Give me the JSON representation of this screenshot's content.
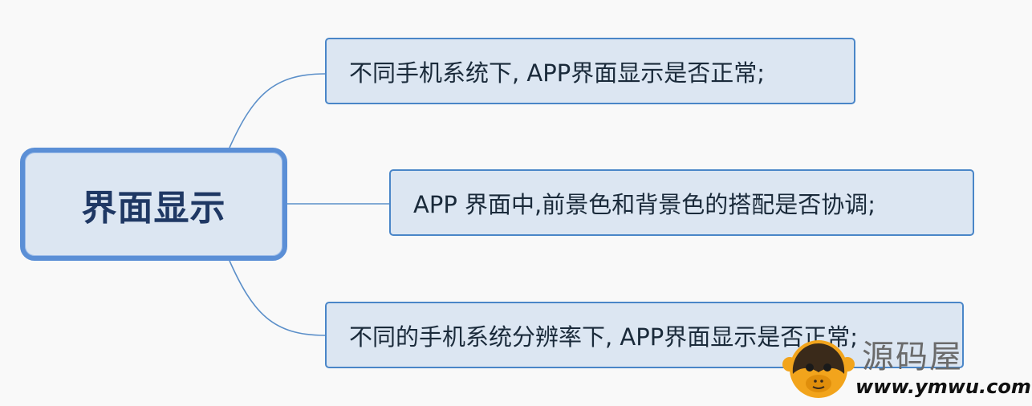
{
  "mindmap": {
    "center": {
      "label": "界面显示"
    },
    "branches": [
      {
        "label": "不同手机系统下, APP界面显示是否正常;"
      },
      {
        "label": "APP 界面中,前景色和背景色的搭配是否协调;"
      },
      {
        "label": "不同的手机系统分辨率下, APP界面显示是否正常;"
      }
    ]
  },
  "watermark": {
    "logo_text": "源码屋",
    "url": "www.ymwu.com",
    "icon": "monkey-logo-icon"
  },
  "colors": {
    "node_fill": "#dce6f2",
    "center_border": "#5b8fd6",
    "branch_border": "#4a86c8",
    "connector": "#5b8fc9",
    "center_text": "#1f3864",
    "logo_orange": "#f2a41c"
  }
}
